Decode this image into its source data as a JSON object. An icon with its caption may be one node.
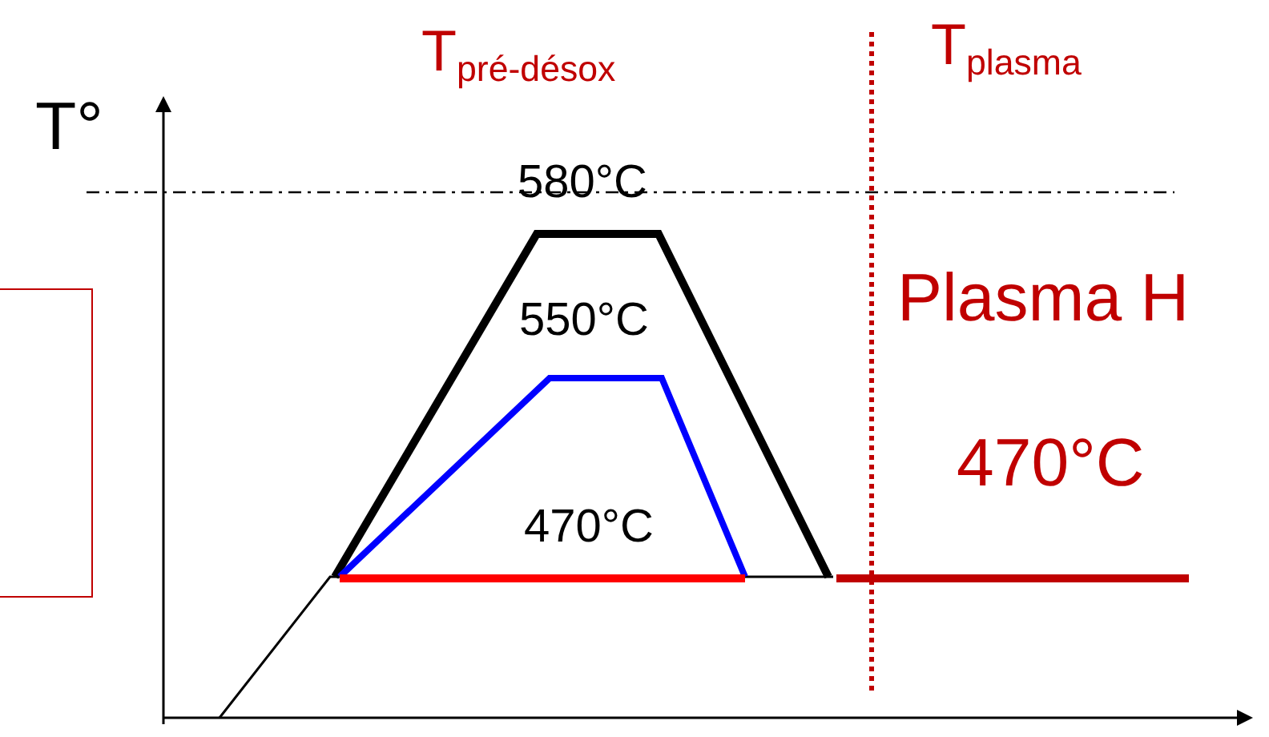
{
  "diagram": {
    "nodes": [
      {
        "text": [],
        "shape": "box"
      }
    ],
    "labels": [
      "T$_{pré-désox}$",
      "T$_{plasma}$",
      "T°",
      "580°C",
      "Plasma H",
      "550°C",
      "470°C",
      "470°C"
    ]
  }
}
